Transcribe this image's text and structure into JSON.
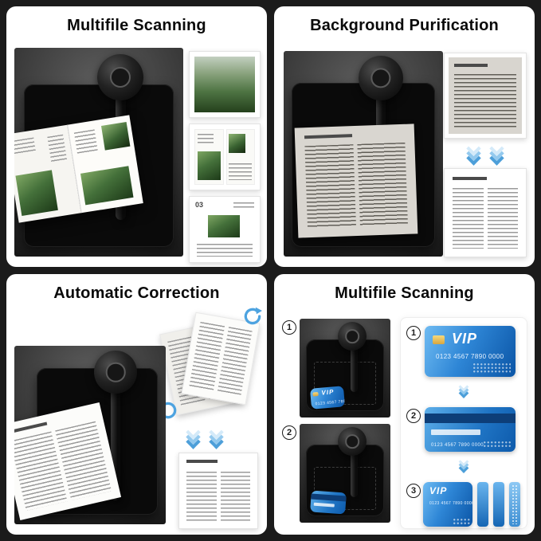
{
  "colors": {
    "canvas_bg": "#1b1b1b",
    "panel_bg": "#ffffff",
    "accent_blue": "#4da3e0",
    "card_blue_light": "#6fbbf2",
    "card_blue_dark": "#0b55a6"
  },
  "icons": {
    "chevron_down": "❯",
    "rotate_clockwise": "⟳"
  },
  "panels": {
    "tl": {
      "title": "Multifile Scanning",
      "thumb3_page_label": "03"
    },
    "tr": {
      "title": "Background Purification"
    },
    "bl": {
      "title": "Automatic Correction"
    },
    "br": {
      "title": "Multifile Scanning",
      "photo_steps": [
        "1",
        "2"
      ],
      "flow_steps": [
        "1",
        "2",
        "3"
      ],
      "card": {
        "brand": "VIP",
        "number": "0123 4567 7890 0000"
      }
    }
  }
}
